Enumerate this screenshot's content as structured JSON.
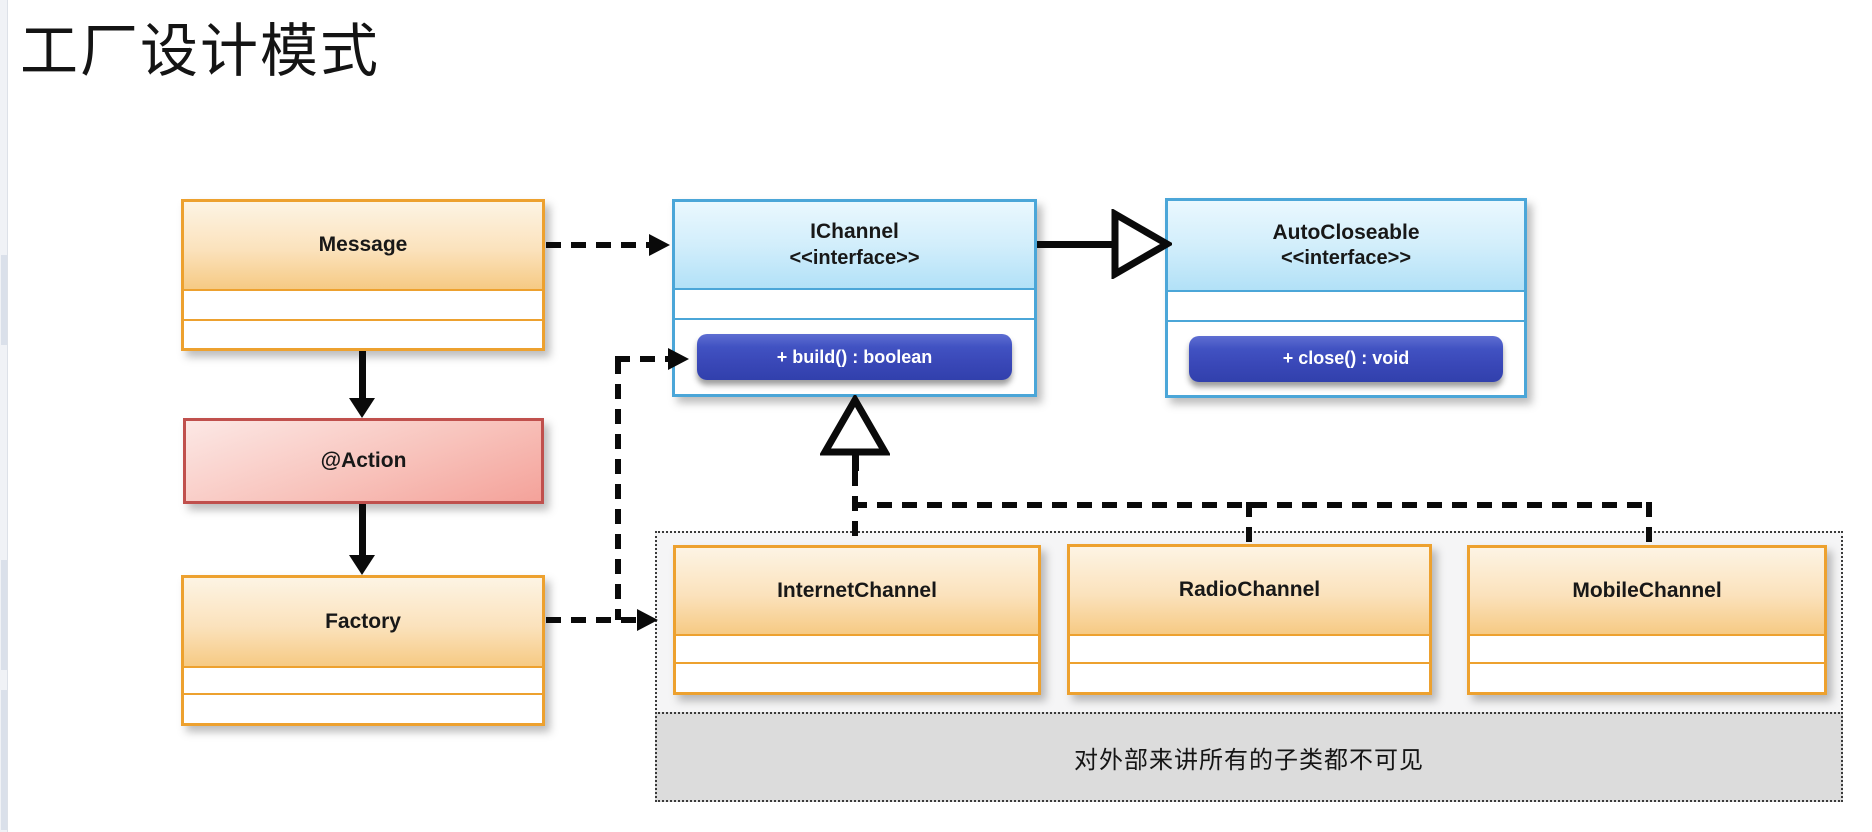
{
  "title": "工厂设计模式",
  "note": "对外部来讲所有的子类都不可见",
  "colors": {
    "orange_border": "#EDA12F",
    "blue_border": "#4BA6D8",
    "red_border": "#C0504D",
    "method_button_blue": "#3A48B8",
    "container_background": "#F5F5F6",
    "note_background": "#DCDCDC",
    "connector_black": "#0A0A0A"
  },
  "classes": {
    "message": {
      "name": "Message"
    },
    "action": {
      "name": "@Action"
    },
    "factory": {
      "name": "Factory"
    },
    "ichannel": {
      "name": "IChannel",
      "stereotype": "<<interface>>",
      "method": "+ build() : boolean"
    },
    "autocloseable": {
      "name": "AutoCloseable",
      "stereotype": "<<interface>>",
      "method": "+ close() : void"
    },
    "internet_channel": {
      "name": "InternetChannel"
    },
    "radio_channel": {
      "name": "RadioChannel"
    },
    "mobile_channel": {
      "name": "MobileChannel"
    }
  }
}
